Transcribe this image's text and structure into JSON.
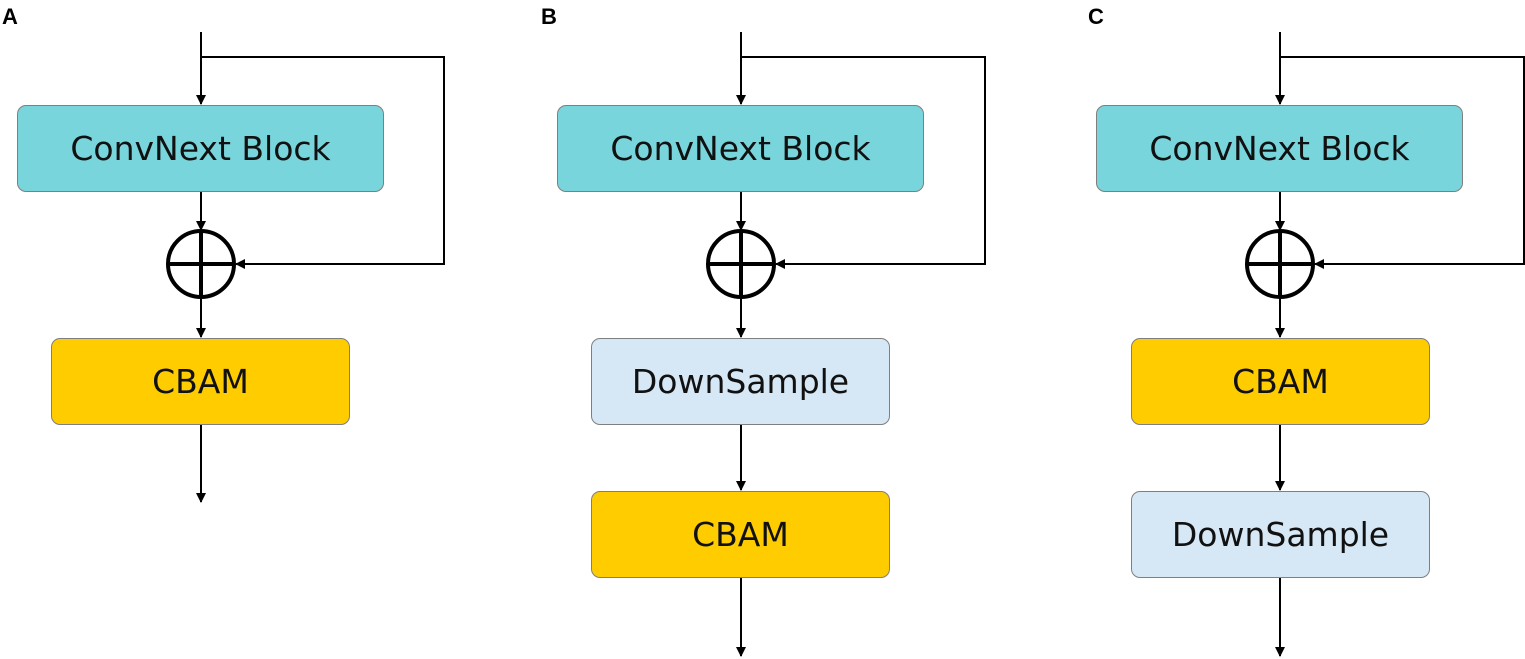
{
  "panels": [
    {
      "label": "A",
      "nodes": [
        {
          "id": "convnext",
          "label": "ConvNext Block"
        },
        {
          "id": "cbam",
          "label": "CBAM"
        }
      ]
    },
    {
      "label": "B",
      "nodes": [
        {
          "id": "convnext",
          "label": "ConvNext Block"
        },
        {
          "id": "downsample",
          "label": "DownSample"
        },
        {
          "id": "cbam",
          "label": "CBAM"
        }
      ]
    },
    {
      "label": "C",
      "nodes": [
        {
          "id": "convnext",
          "label": "ConvNext Block"
        },
        {
          "id": "cbam",
          "label": "CBAM"
        },
        {
          "id": "downsample",
          "label": "DownSample"
        }
      ]
    }
  ],
  "colors": {
    "convnext": "#79d5dc",
    "cbam": "#ffcc00",
    "downsample": "#d6e7f5",
    "line": "#000000"
  }
}
